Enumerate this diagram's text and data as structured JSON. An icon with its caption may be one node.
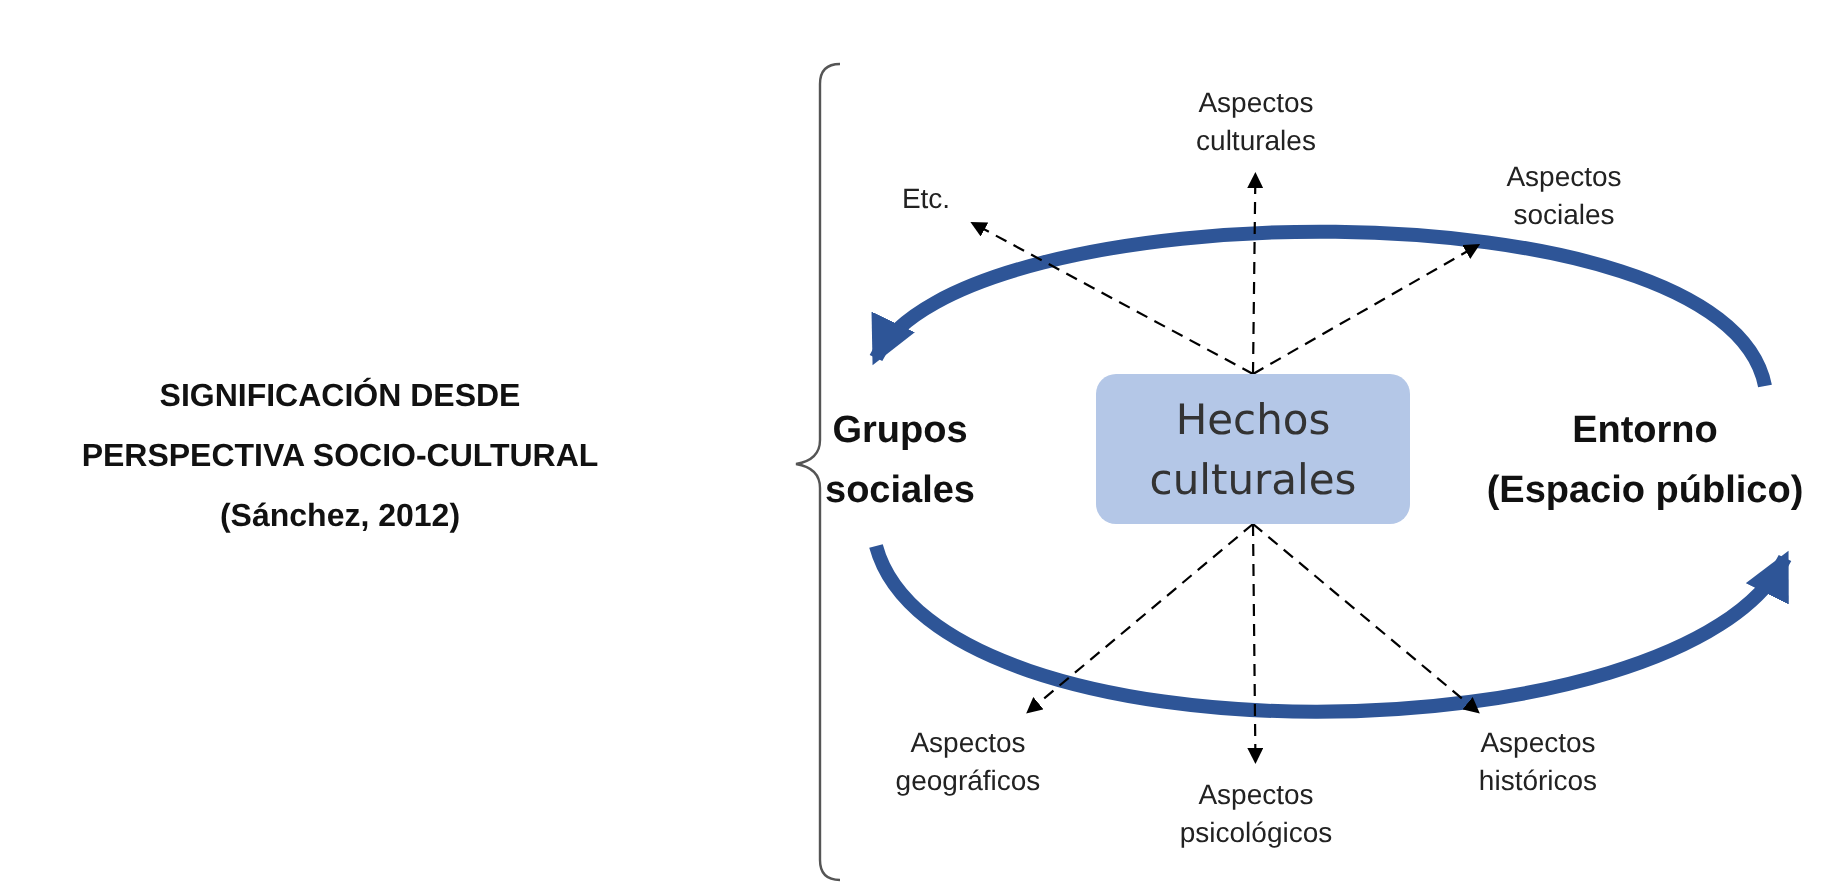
{
  "diagram": {
    "nodes": [
      {
        "text": [
          "Hechos culturales"
        ]
      },
      {
        "text": [
          "Grupos sociales"
        ]
      },
      {
        "text": [
          "Entorno",
          "(Espacio público)"
        ]
      },
      {
        "text": [
          "Aspectos culturales"
        ]
      },
      {
        "text": [
          "Aspectos sociales"
        ]
      },
      {
        "text": [
          "Etc."
        ]
      },
      {
        "text": [
          "Aspectos geográficos"
        ]
      },
      {
        "text": [
          "Aspectos psicológicos"
        ]
      },
      {
        "text": [
          "Aspectos históricos"
        ]
      }
    ],
    "edges": [
      {
        "from": 2,
        "to": 1,
        "arrow": "to",
        "style": "thick",
        "color": "#2e5597"
      },
      {
        "from": 1,
        "to": 2,
        "arrow": "to",
        "style": "thick",
        "color": "#2e5597"
      },
      {
        "from": 0,
        "to": 3,
        "arrow": "to",
        "style": "dashed"
      },
      {
        "from": 0,
        "to": 4,
        "arrow": "to",
        "style": "dashed"
      },
      {
        "from": 0,
        "to": 5,
        "arrow": "to",
        "style": "dashed"
      },
      {
        "from": 0,
        "to": 6,
        "arrow": "to",
        "style": "dashed"
      },
      {
        "from": 0,
        "to": 7,
        "arrow": "to",
        "style": "dashed"
      },
      {
        "from": 0,
        "to": 8,
        "arrow": "to",
        "style": "dashed"
      }
    ],
    "labels": [
      "SIGNIFICACIÓN DESDE PERSPECTIVA SOCIO-CULTURAL",
      "(Sánchez, 2012)"
    ]
  }
}
